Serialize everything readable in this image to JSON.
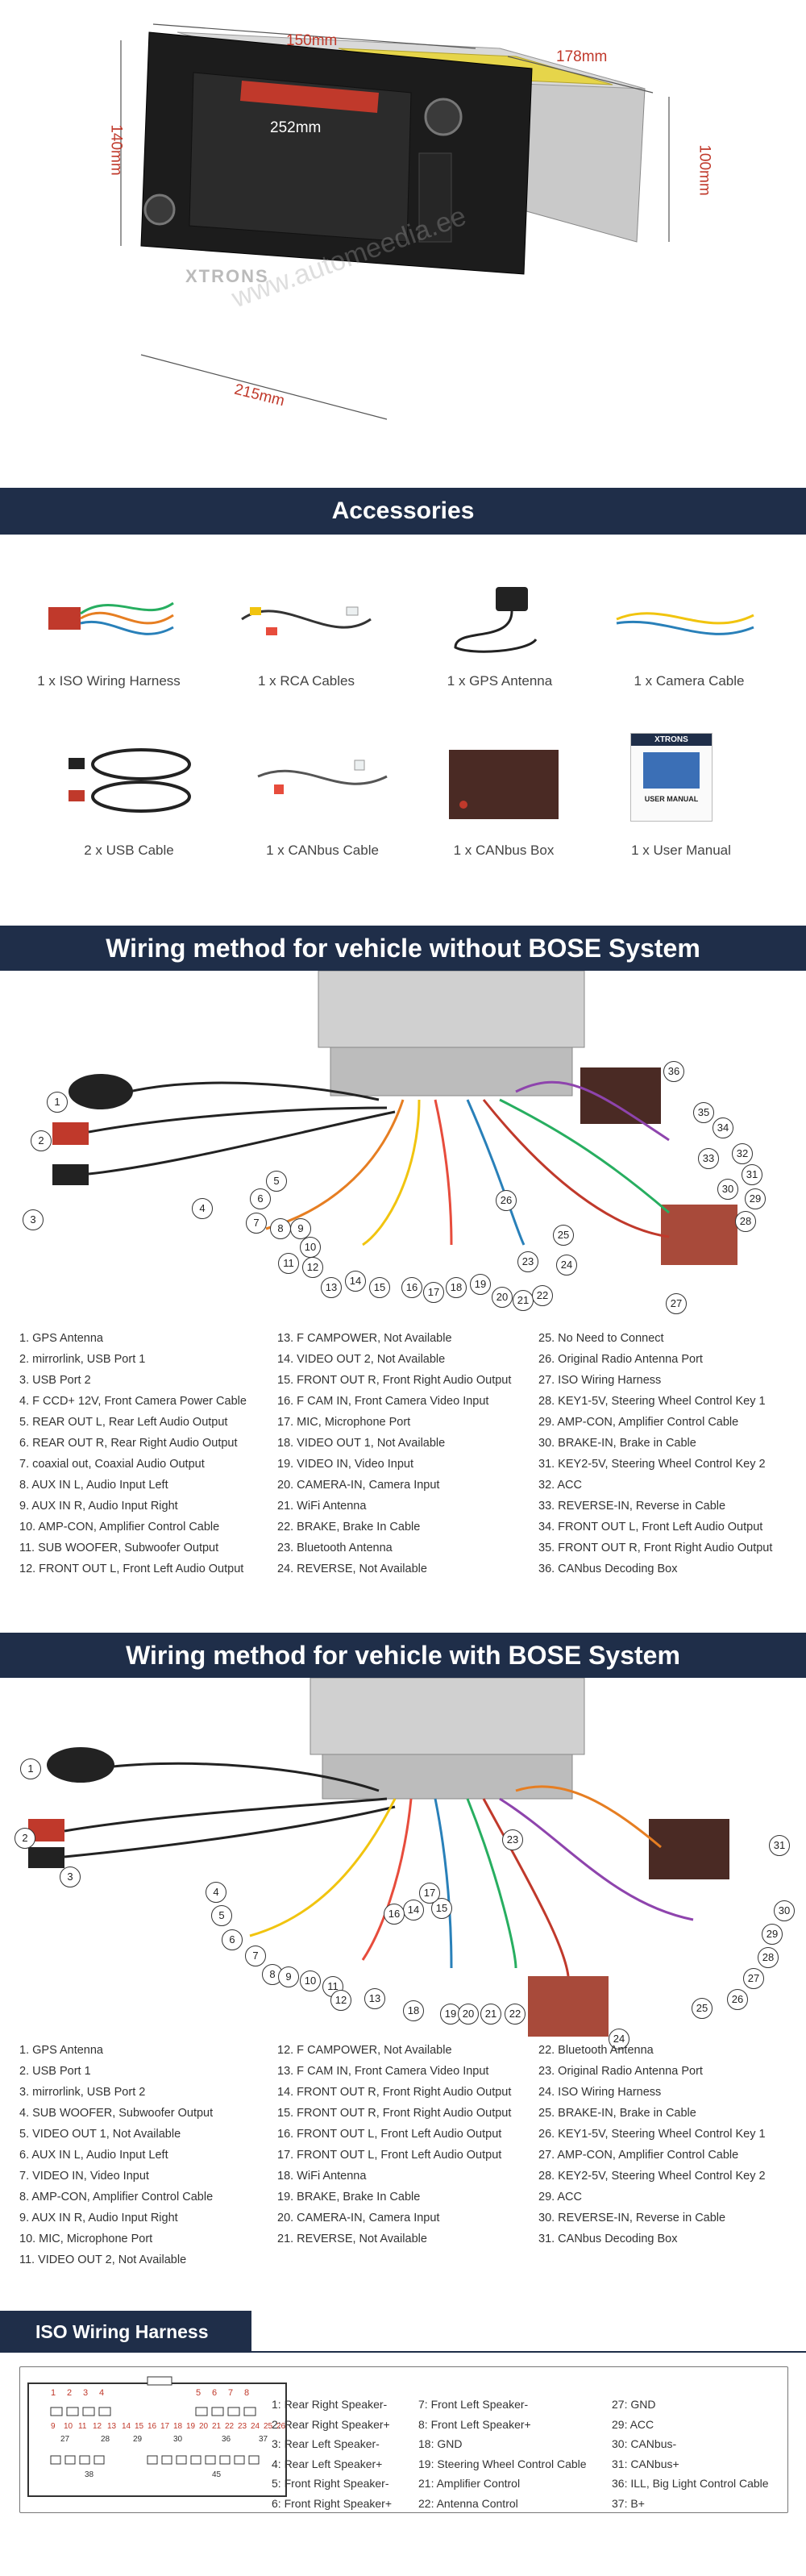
{
  "product": {
    "dims": {
      "w_top": "150mm",
      "w_side": "178mm",
      "h_left": "140mm",
      "h_right": "100mm",
      "depth": "252mm",
      "w_bottom": "215mm"
    },
    "panel_brand": "XTRONS",
    "watermark": "www.automeedia.ee"
  },
  "accessories": {
    "title": "Accessories",
    "items": [
      "1 x ISO Wiring Harness",
      "1 x RCA Cables",
      "1 x GPS Antenna",
      "1 x Camera Cable",
      "2 x USB Cable",
      "1 x CANbus Cable",
      "1 x CANbus Box",
      "1 x User Manual"
    ],
    "manual_brand": "XTRONS",
    "manual_title": "USER MANUAL"
  },
  "wiring_no_bose": {
    "title": "Wiring method for vehicle without BOSE System",
    "col1": [
      "1. GPS Antenna",
      "2. mirrorlink, USB Port 1",
      "3. USB Port 2",
      "4. F CCD+ 12V, Front Camera Power Cable",
      "5. REAR OUT L, Rear Left Audio Output",
      "6. REAR OUT R, Rear Right Audio Output",
      "7. coaxial out, Coaxial Audio Output",
      "8. AUX IN L, Audio Input Left",
      "9. AUX IN R, Audio Input Right",
      "10. AMP-CON, Amplifier Control Cable",
      "11. SUB WOOFER, Subwoofer Output",
      "12. FRONT OUT L, Front Left Audio Output"
    ],
    "col2": [
      "13. F CAMPOWER, Not Available",
      "14. VIDEO OUT 2, Not Available",
      "15. FRONT OUT R, Front Right Audio Output",
      "16. F CAM IN, Front Camera Video Input",
      "17. MIC, Microphone Port",
      "18. VIDEO OUT 1, Not Available",
      "19. VIDEO IN, Video Input",
      "20. CAMERA-IN, Camera Input",
      "21. WiFi Antenna",
      "22. BRAKE, Brake In Cable",
      "23. Bluetooth Antenna",
      "24. REVERSE, Not Available"
    ],
    "col3": [
      "25. No Need to Connect",
      "26. Original Radio Antenna Port",
      "27. ISO Wiring Harness",
      "28. KEY1-5V, Steering Wheel Control Key 1",
      "29. AMP-CON, Amplifier Control Cable",
      "30. BRAKE-IN, Brake in Cable",
      "31. KEY2-5V, Steering Wheel Control Key 2",
      "32. ACC",
      "33. REVERSE-IN, Reverse in Cable",
      "34. FRONT OUT L, Front Left Audio Output",
      "35. FRONT OUT R, Front Right Audio Output",
      "36. CANbus Decoding Box"
    ]
  },
  "wiring_bose": {
    "title": "Wiring method for vehicle with BOSE System",
    "col1": [
      "1. GPS Antenna",
      "2. USB Port 1",
      "3. mirrorlink, USB Port 2",
      "4. SUB WOOFER, Subwoofer Output",
      "5.  VIDEO OUT 1, Not Available",
      "6. AUX IN L, Audio Input Left",
      "7. VIDEO IN, Video Input",
      "8. AMP-CON, Amplifier Control Cable",
      "9. AUX IN R, Audio Input Right",
      "10. MIC, Microphone Port",
      "11. VIDEO OUT 2, Not Available"
    ],
    "col2": [
      "12. F CAMPOWER, Not Available",
      "13. F CAM IN, Front Camera Video Input",
      "14. FRONT OUT R, Front Right Audio Output",
      "15. FRONT OUT R, Front Right Audio Output",
      "16. FRONT OUT L, Front Left Audio Output",
      "17. FRONT OUT L, Front Left Audio Output",
      "18. WiFi Antenna",
      "19. BRAKE, Brake In Cable",
      "20. CAMERA-IN, Camera Input",
      "21. REVERSE, Not Available"
    ],
    "col3": [
      "22. Bluetooth Antenna",
      "23. Original Radio Antenna Port",
      "24. ISO Wiring Harness",
      "25. BRAKE-IN, Brake in Cable",
      "26. KEY1-5V, Steering Wheel Control Key 1",
      "27. AMP-CON, Amplifier Control Cable",
      "28. KEY2-5V, Steering Wheel Control Key 2",
      "29. ACC",
      "30. REVERSE-IN, Reverse in Cable",
      "31. CANbus Decoding Box"
    ]
  },
  "iso": {
    "title": "ISO Wiring Harness",
    "pins_top": [
      "1",
      "2",
      "3",
      "4",
      "5",
      "6",
      "7",
      "8"
    ],
    "pins_mid": [
      "9",
      "10",
      "11",
      "12",
      "13",
      "14",
      "15",
      "16",
      "17",
      "18",
      "19",
      "20",
      "21",
      "22",
      "23",
      "24",
      "25",
      "26"
    ],
    "pins_row3": [
      "27",
      "28",
      "29",
      "30",
      "36",
      "37"
    ],
    "pins_row4": [
      "38",
      "45"
    ],
    "col1": [
      "1: Rear Right Speaker-",
      "2: Rear Right Speaker+",
      "3: Rear Left Speaker-",
      "4: Rear Left Speaker+",
      "5: Front Right Speaker-",
      "6: Front Right Speaker+"
    ],
    "col2": [
      "7: Front Left Speaker-",
      "8: Front Left Speaker+",
      "18: GND",
      "19: Steering Wheel Control Cable",
      "21: Amplifier Control",
      "22: Antenna Control"
    ],
    "col3": [
      "27: GND",
      "29: ACC",
      "30: CANbus-",
      "31: CANbus+",
      "36: ILL, Big Light Control Cable",
      "37: B+"
    ]
  },
  "callouts_no_bose": [
    "1",
    "2",
    "3",
    "4",
    "5",
    "6",
    "7",
    "8",
    "9",
    "10",
    "11",
    "12",
    "13",
    "14",
    "15",
    "16",
    "17",
    "18",
    "19",
    "20",
    "21",
    "22",
    "23",
    "24",
    "25",
    "26",
    "27",
    "28",
    "29",
    "30",
    "31",
    "32",
    "33",
    "34",
    "35",
    "36"
  ],
  "callouts_bose": [
    "1",
    "2",
    "3",
    "4",
    "5",
    "6",
    "7",
    "8",
    "9",
    "10",
    "11",
    "12",
    "13",
    "14",
    "15",
    "16",
    "17",
    "18",
    "19",
    "20",
    "21",
    "22",
    "23",
    "24",
    "25",
    "26",
    "27",
    "28",
    "29",
    "30",
    "31"
  ],
  "colors": {
    "banner": "#1f2e49",
    "accent_red": "#c0392b",
    "harness_red": "#a84a3a",
    "canbus_box": "#4a2a24"
  }
}
